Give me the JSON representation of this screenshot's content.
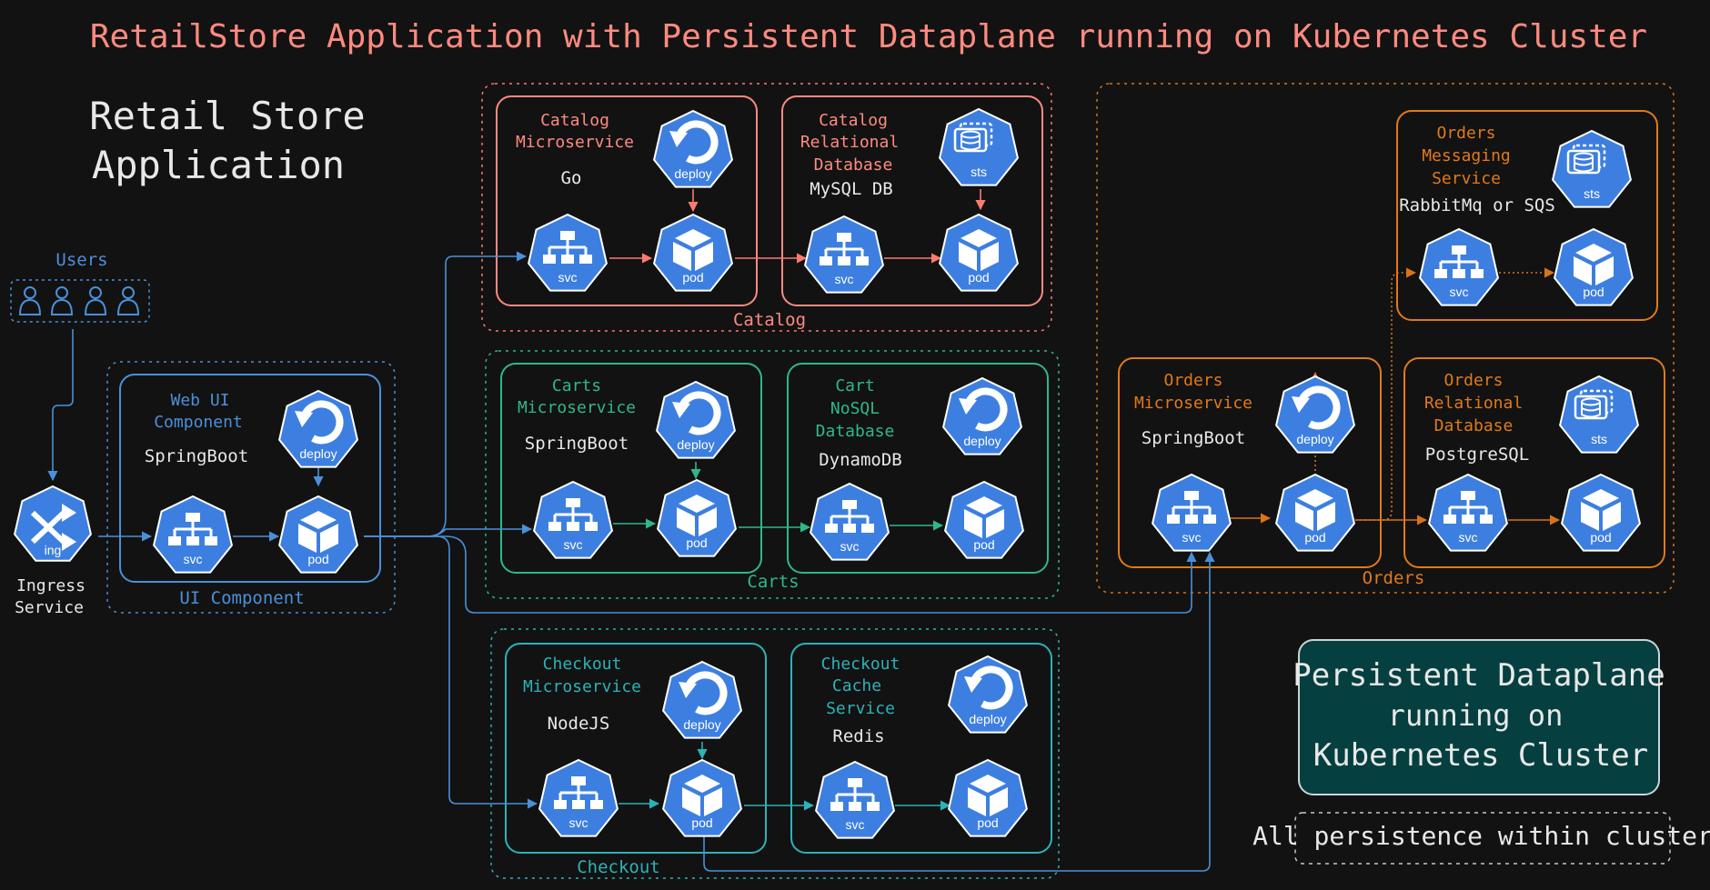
{
  "title": "RetailStore Application with Persistent Dataplane running on Kubernetes Cluster",
  "subtitle_line1": "Retail Store",
  "subtitle_line2": "Application",
  "users_label": "Users",
  "ingress": {
    "icon_label": "ing",
    "label_line1": "Ingress",
    "label_line2": "Service"
  },
  "ui": {
    "group_label": "UI Component",
    "name_line1": "Web UI",
    "name_line2": "Component",
    "tech": "SpringBoot"
  },
  "catalog": {
    "group_label": "Catalog",
    "ms_line1": "Catalog",
    "ms_line2": "Microservice",
    "ms_tech": "Go",
    "db_line1": "Catalog",
    "db_line2": "Relational",
    "db_line3": "Database",
    "db_tech": "MySQL DB"
  },
  "carts": {
    "group_label": "Carts",
    "ms_line1": "Carts",
    "ms_line2": "Microservice",
    "ms_tech": "SpringBoot",
    "db_line1": "Cart",
    "db_line2": "NoSQL",
    "db_line3": "Database",
    "db_tech": "DynamoDB"
  },
  "checkout": {
    "group_label": "Checkout",
    "ms_line1": "Checkout",
    "ms_line2": "Microservice",
    "ms_tech": "NodeJS",
    "db_line1": "Checkout",
    "db_line2": "Cache",
    "db_line3": "Service",
    "db_tech": "Redis"
  },
  "orders": {
    "group_label": "Orders",
    "ms_line1": "Orders",
    "ms_line2": "Microservice",
    "ms_tech": "SpringBoot",
    "mq_line1": "Orders",
    "mq_line2": "Messaging",
    "mq_line3": "Service",
    "mq_tech": "RabbitMq or SQS",
    "db_line1": "Orders",
    "db_line2": "Relational",
    "db_line3": "Database",
    "db_tech": "PostgreSQL"
  },
  "k8s_labels": {
    "svc": "svc",
    "pod": "pod",
    "deploy": "deploy",
    "sts": "sts"
  },
  "panel": {
    "line1": "Persistent Dataplane",
    "line2": "running on",
    "line3": "Kubernetes Cluster"
  },
  "note": "All persistence within cluster",
  "colors": {
    "title": "#ff8a80",
    "blue": "#4a90d9",
    "catalog": "#ff8a80",
    "carts": "#2eb88a",
    "checkout": "#2bb3b8",
    "orders": "#e07a1a",
    "k8s": "#3d7fe0",
    "panel_bg": "#063f3f"
  }
}
